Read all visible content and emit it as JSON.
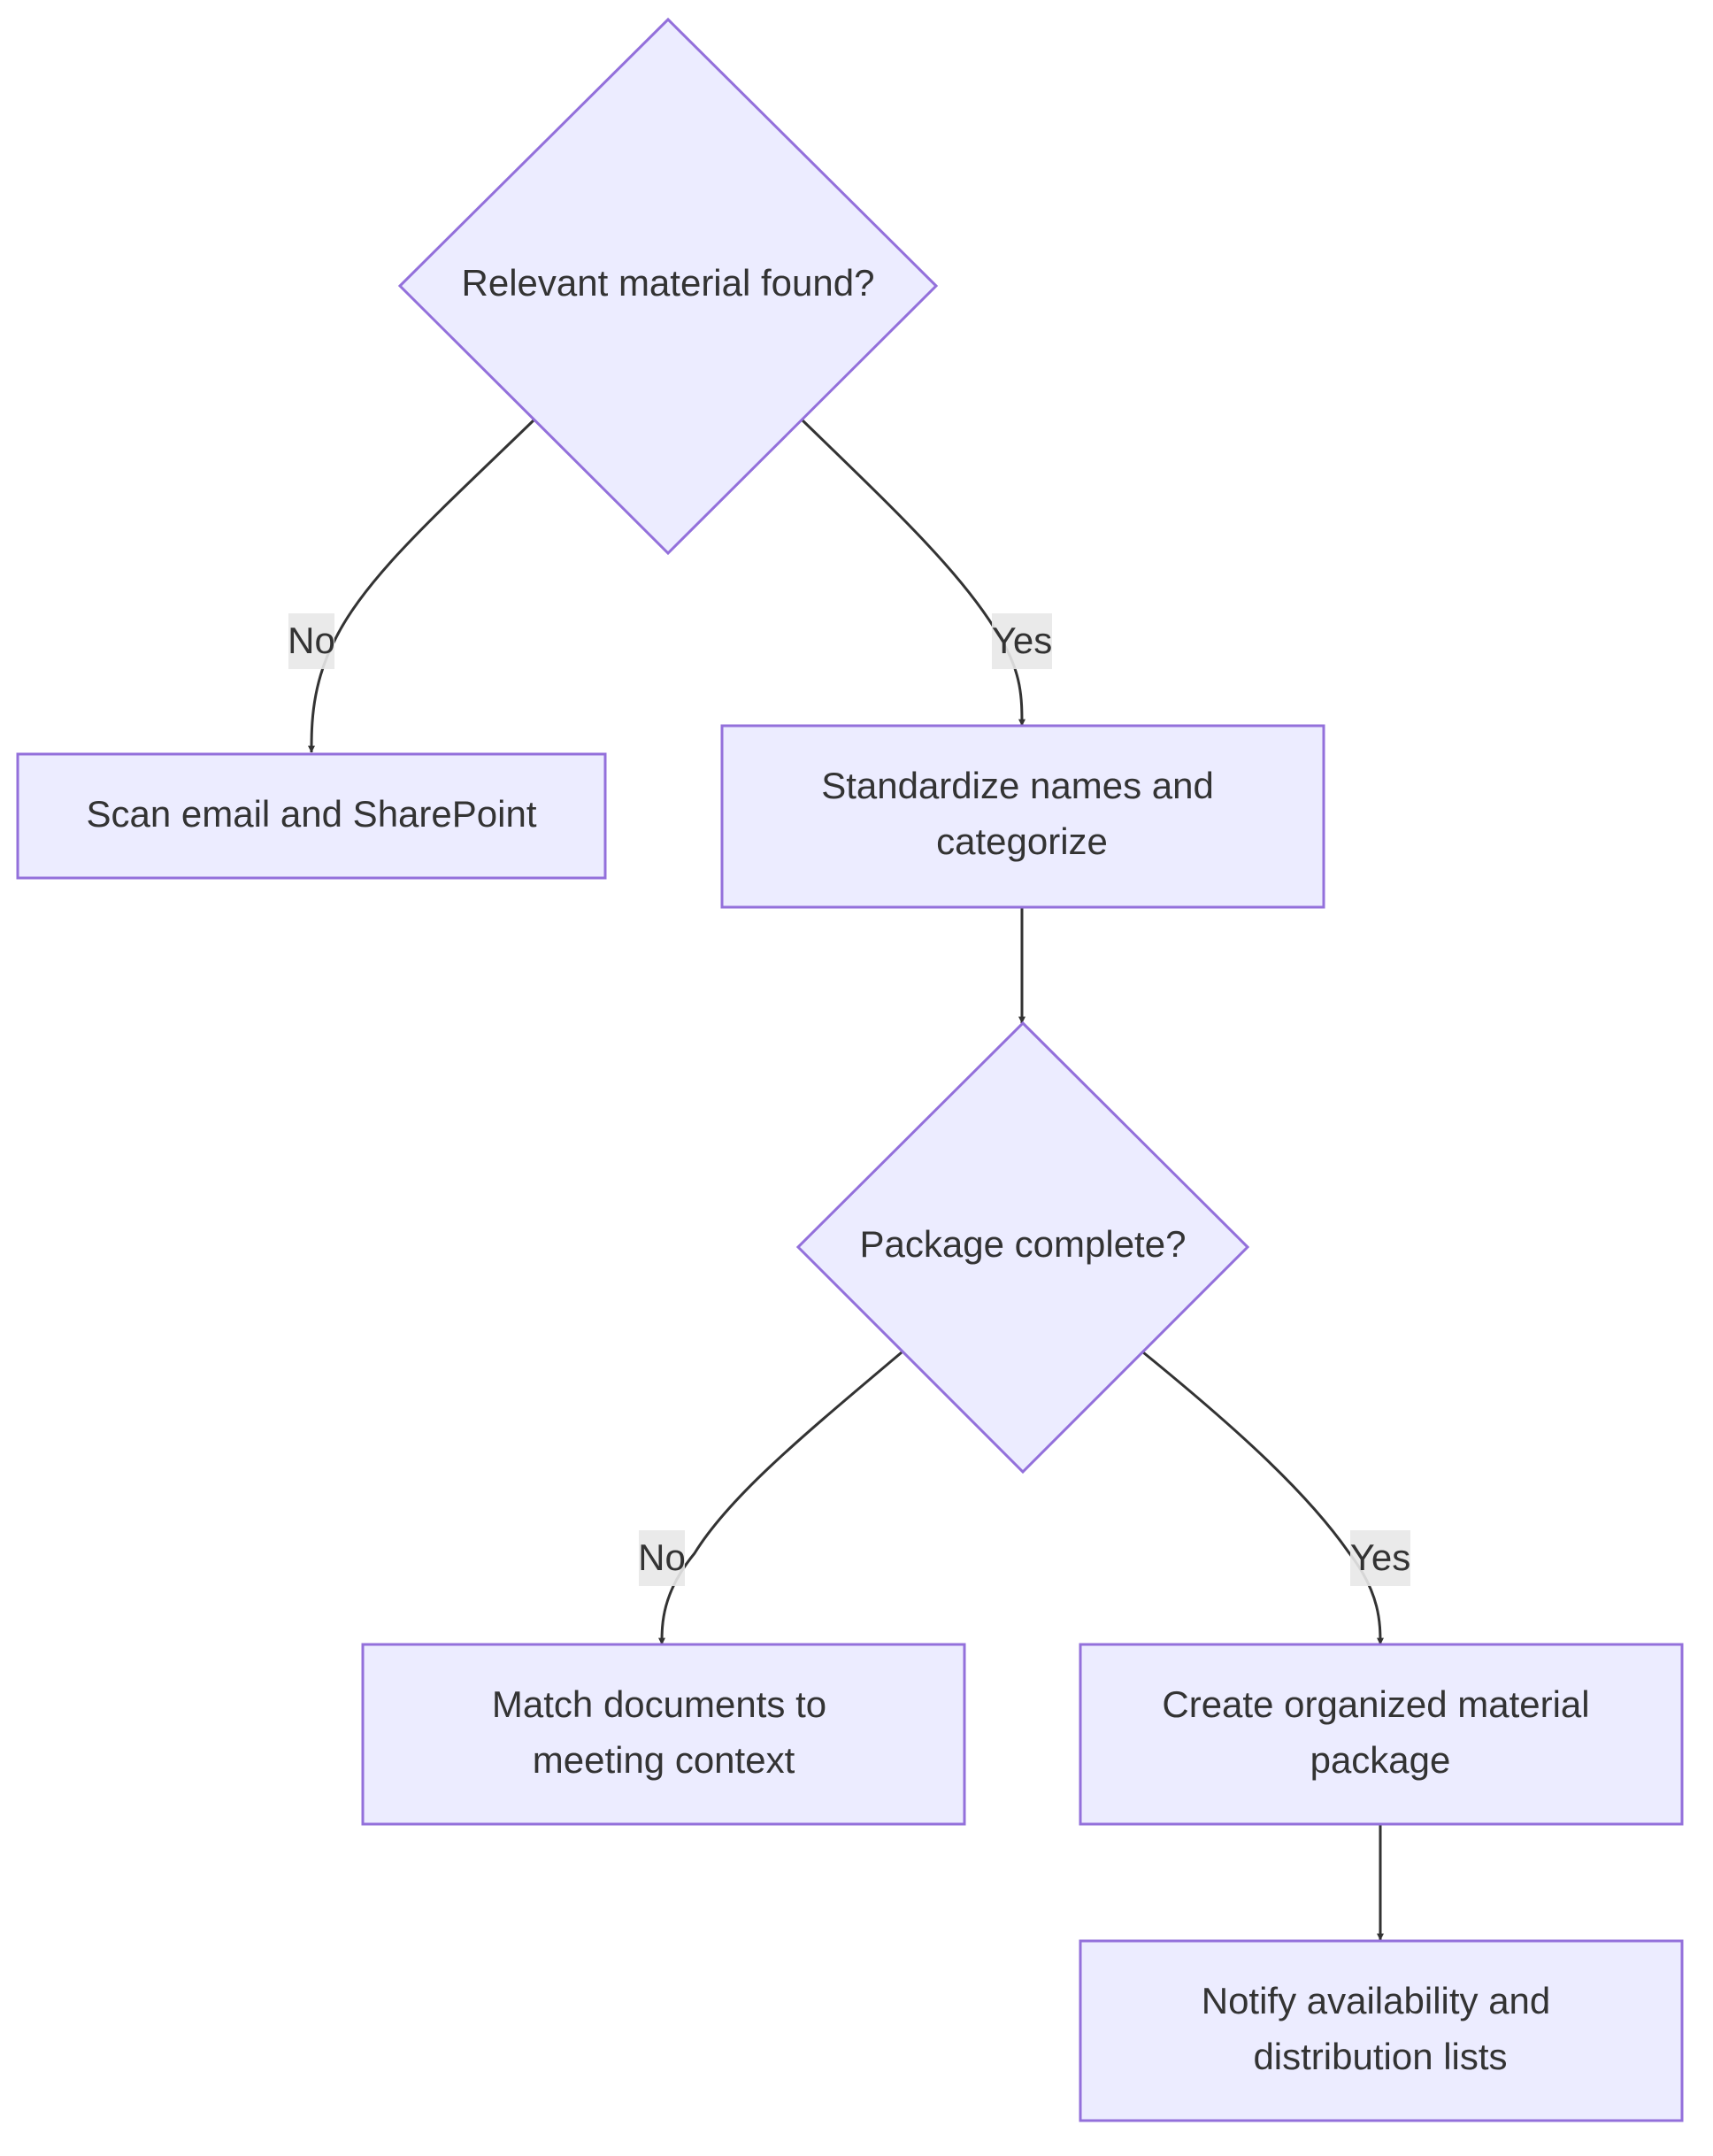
{
  "diagram": {
    "type": "flowchart",
    "colors": {
      "node_fill": "#ECECFF",
      "node_stroke": "#9370DB",
      "edge": "#333333",
      "text": "#333333",
      "label_bg": "#E8E8E8"
    },
    "nodes": {
      "decision_relevant": {
        "shape": "diamond",
        "lines": [
          "Relevant material found?"
        ]
      },
      "scan_email": {
        "shape": "rect",
        "lines": [
          "Scan email and SharePoint"
        ]
      },
      "standardize": {
        "shape": "rect",
        "lines": [
          "Standardize names and",
          "categorize"
        ]
      },
      "decision_complete": {
        "shape": "diamond",
        "lines": [
          "Package complete?"
        ]
      },
      "match_docs": {
        "shape": "rect",
        "lines": [
          "Match documents to",
          "meeting context"
        ]
      },
      "create_package": {
        "shape": "rect",
        "lines": [
          "Create organized material",
          "package"
        ]
      },
      "notify": {
        "shape": "rect",
        "lines": [
          "Notify availability and",
          "distribution lists"
        ]
      }
    },
    "edges": [
      {
        "from": "decision_relevant",
        "to": "scan_email",
        "label": "No"
      },
      {
        "from": "decision_relevant",
        "to": "standardize",
        "label": "Yes"
      },
      {
        "from": "standardize",
        "to": "decision_complete",
        "label": ""
      },
      {
        "from": "decision_complete",
        "to": "match_docs",
        "label": "No"
      },
      {
        "from": "decision_complete",
        "to": "create_package",
        "label": "Yes"
      },
      {
        "from": "create_package",
        "to": "notify",
        "label": ""
      }
    ]
  }
}
